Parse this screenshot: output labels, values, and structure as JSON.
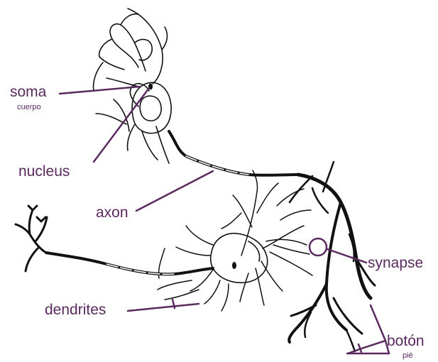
{
  "colors": {
    "label": "#5a2a5e",
    "ink": "#111111"
  },
  "labels": {
    "soma": "soma",
    "soma_sub": "cuerpo",
    "nucleus": "nucleus",
    "axon": "axon",
    "dendrites": "dendrites",
    "synapse": "synapse",
    "boton": "botón",
    "boton_sub": "pié"
  }
}
